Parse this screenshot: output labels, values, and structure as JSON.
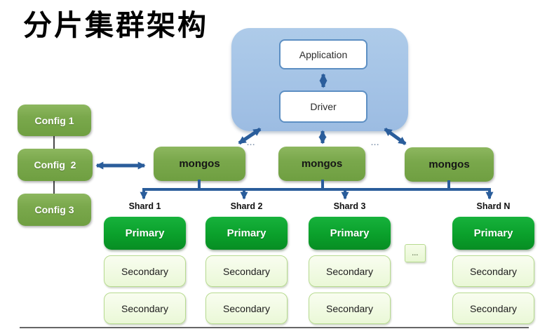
{
  "title": "分片集群架构",
  "cluster": {
    "application_label": "Application",
    "driver_label": "Driver"
  },
  "config_nodes": [
    "Config 1",
    "Config  2",
    "Config 3"
  ],
  "mongos_nodes": [
    "mongos",
    "mongos",
    "mongos"
  ],
  "ellipsis": {
    "mongos_left": "...",
    "mongos_right": "...",
    "shard_gap": "..."
  },
  "shards": [
    {
      "label": "Shard 1",
      "primary": "Primary",
      "secondaries": [
        "Secondary",
        "Secondary"
      ]
    },
    {
      "label": "Shard 2",
      "primary": "Primary",
      "secondaries": [
        "Secondary",
        "Secondary"
      ]
    },
    {
      "label": "Shard 3",
      "primary": "Primary",
      "secondaries": [
        "Secondary",
        "Secondary"
      ]
    },
    {
      "label": "Shard N",
      "primary": "Primary",
      "secondaries": [
        "Secondary",
        "Secondary"
      ]
    }
  ],
  "colors": {
    "arrow_blue": "#2a5d9b",
    "cluster_blue": "#a4c3e6",
    "node_green": "#7aa84c",
    "primary_green": "#0aa02b",
    "secondary_light": "#eaf8d7",
    "connector_black": "#1a1a1a"
  }
}
